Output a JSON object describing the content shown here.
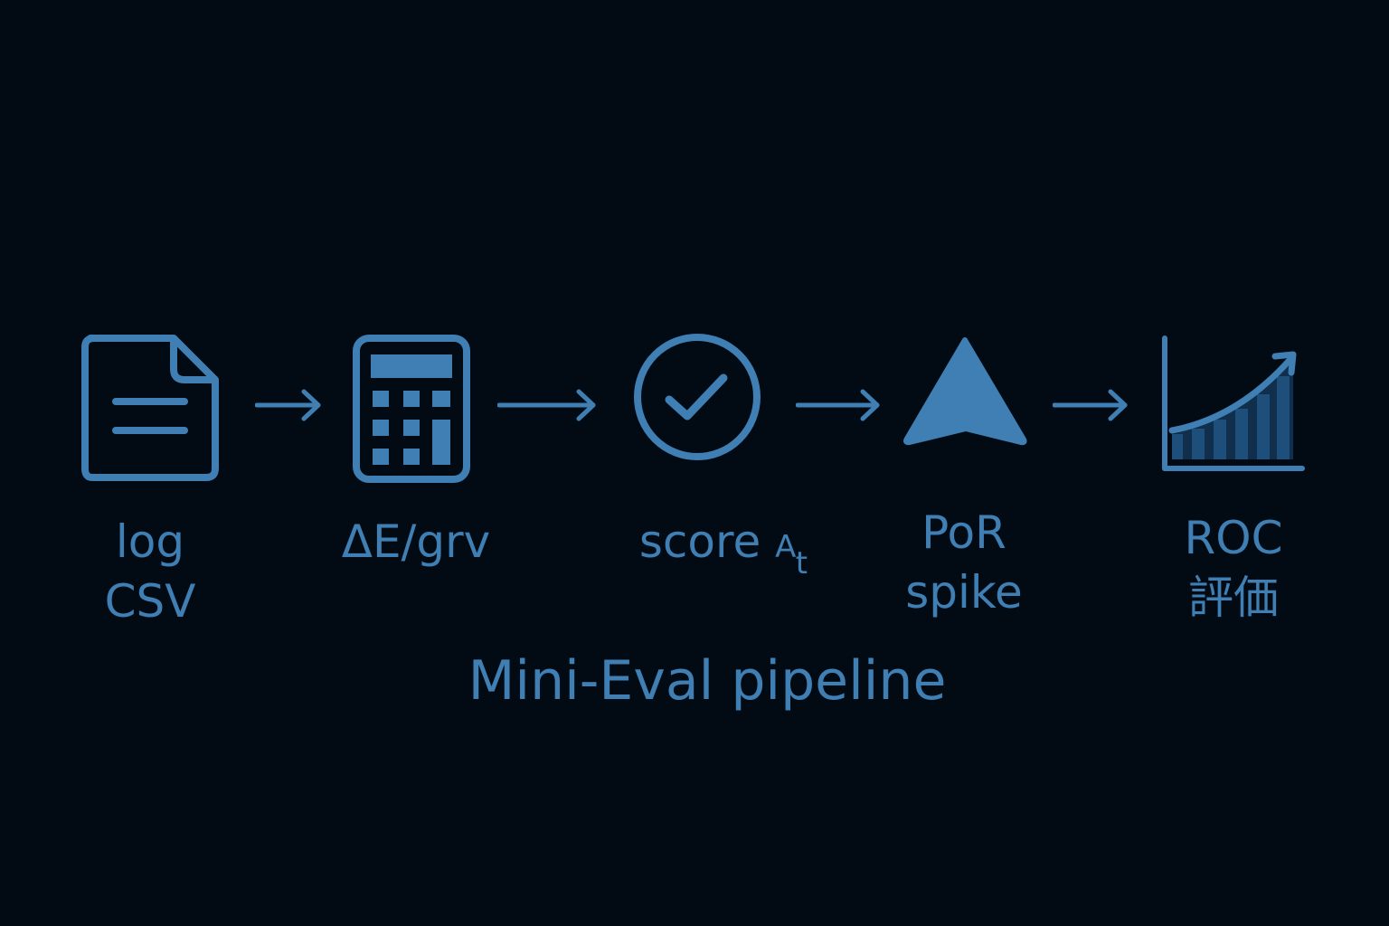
{
  "diagram": {
    "title": "Mini-Eval pipeline",
    "accent_color": "#3f7fb3",
    "background_color": "#020b14",
    "steps": [
      {
        "icon": "document-icon",
        "lines": [
          "log",
          "CSV"
        ]
      },
      {
        "icon": "calculator-icon",
        "lines": [
          "ΔE/grv"
        ]
      },
      {
        "icon": "check-circle-icon",
        "text": "score ",
        "symbol": "A",
        "subscript": "t"
      },
      {
        "icon": "triangle-spike-icon",
        "lines": [
          "PoR",
          "spike"
        ]
      },
      {
        "icon": "roc-chart-icon",
        "lines": [
          "ROC",
          "評価"
        ]
      }
    ]
  }
}
